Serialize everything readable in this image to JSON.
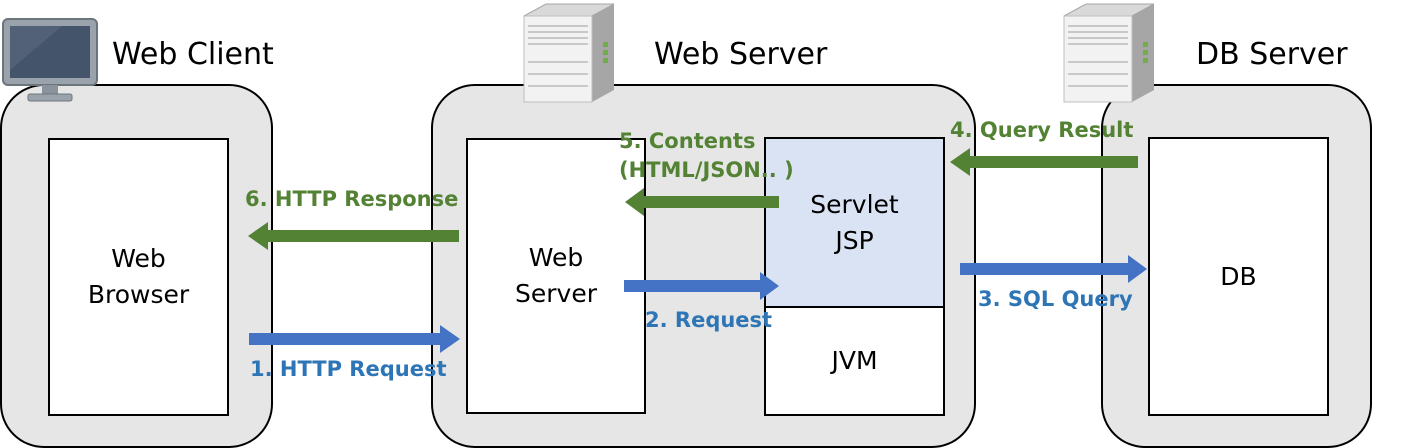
{
  "colors": {
    "response_arrow": "#548235",
    "request_arrow": "#4472c4",
    "response_text": "#548235",
    "request_text": "#2e75b6",
    "servlet_fill": "#dae3f3",
    "container_fill": "#e6e6e6"
  },
  "titles": {
    "web_client": "Web Client",
    "web_server": "Web Server",
    "db_server": "DB Server"
  },
  "boxes": {
    "web_browser": "Web\nBrowser",
    "web_server": "Web\nServer",
    "servlet_jsp": "Servlet\nJSP",
    "jvm": "JVM",
    "db": "DB"
  },
  "steps": {
    "http_request": "1. HTTP Request",
    "request": "2. Request",
    "sql_query": "3. SQL Query",
    "query_result": "4. Query Result",
    "contents": "5. Contents\n(HTML/JSON.. )",
    "http_response": "6. HTTP Response"
  },
  "icons": [
    "monitor-icon",
    "server-tower-icon",
    "server-tower-icon"
  ]
}
